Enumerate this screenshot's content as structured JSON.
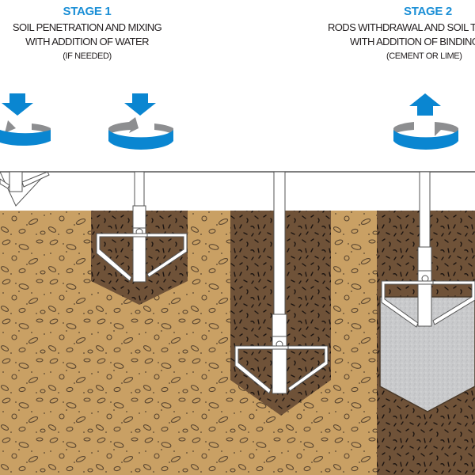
{
  "stages": [
    {
      "title": "STAGE 1",
      "lines": [
        "SOIL PENETRATION AND MIXING",
        "WITH ADDITION OF WATER"
      ],
      "note": "(IF NEEDED)"
    },
    {
      "title": "STAGE 2",
      "lines": [
        "RODS WITHDRAWAL AND SOIL TR",
        "WITH ADDITION OF BINDING"
      ],
      "note": "(CEMENT OR LIME)"
    }
  ],
  "icons": [
    {
      "name": "rotation-down-arrow-icon",
      "direction": "down"
    },
    {
      "name": "rotation-down-arrow-icon",
      "direction": "down"
    },
    {
      "name": "rotation-up-arrow-icon",
      "direction": "up"
    }
  ],
  "colors": {
    "accent_blue": "#1b8fd6",
    "arrow_blue": "#0a86d1",
    "ring_grey": "#8d8e90",
    "soil": "#c9a064",
    "mixed_soil": "#6f5238",
    "binder_column": "#c9cacc",
    "text": "#231f20"
  }
}
